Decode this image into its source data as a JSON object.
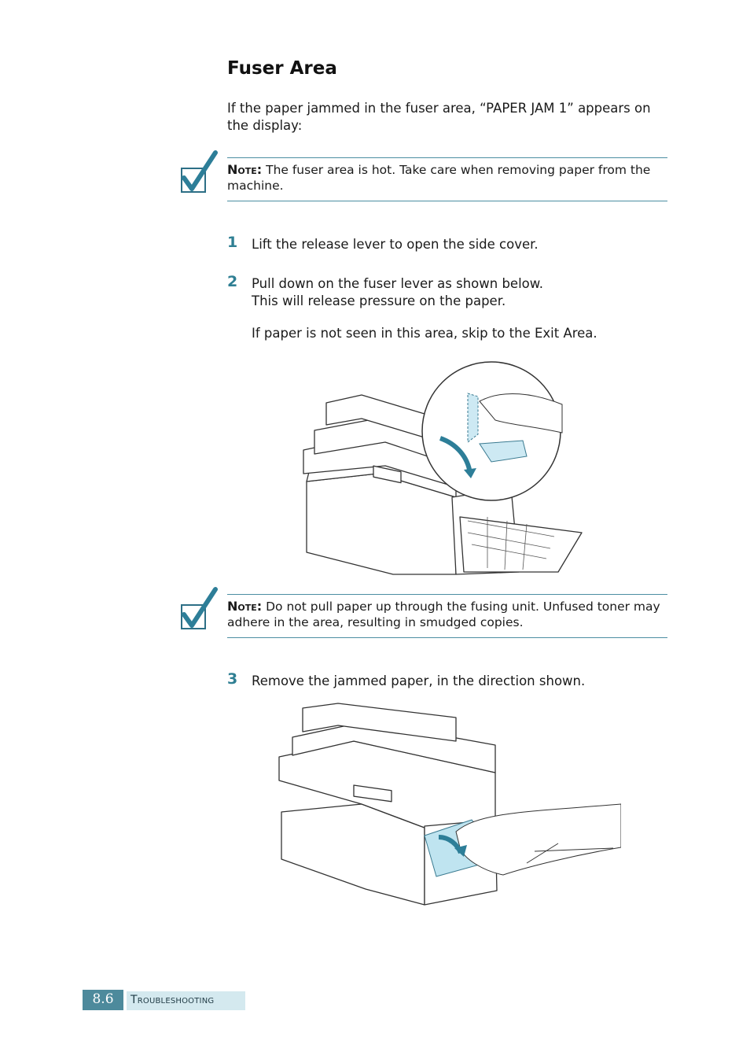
{
  "heading": "Fuser Area",
  "intro": "If the paper jammed in the fuser area, “PAPER JAM 1” appears on the display:",
  "notes": [
    {
      "label": "Note:",
      "text": " The fuser area is hot. Take care when removing paper from the machine."
    },
    {
      "label": "Note:",
      "text": " Do not pull paper up through the fusing unit. Unfused toner may adhere in the area, resulting in smudged copies."
    }
  ],
  "steps": [
    {
      "number": "1",
      "lines": [
        "Lift the release lever to open the side cover."
      ]
    },
    {
      "number": "2",
      "lines": [
        "Pull down on the fuser lever as shown below.",
        "This will release pressure on the paper.",
        "If paper is not seen in this area, skip to the Exit Area."
      ]
    },
    {
      "number": "3",
      "lines": [
        "Remove the jammed paper, in the direction shown."
      ]
    }
  ],
  "footer": {
    "page_number": "8.6",
    "section": "Troubleshooting"
  },
  "colors": {
    "accent": "#4d8a9c",
    "rule": "#4c8ea2",
    "step_number": "#2f7f93",
    "paper": "#bfe4f0"
  }
}
